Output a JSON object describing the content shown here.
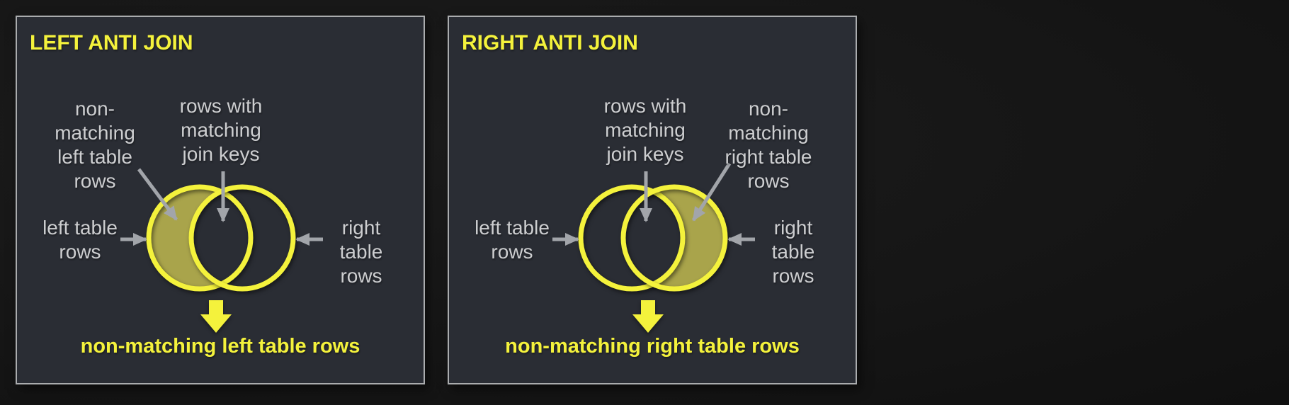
{
  "theme": {
    "page_bg": "#161616",
    "panel_bg": "#2a2d34",
    "panel_border": "#aaacae",
    "accent_yellow": "#f4f23c",
    "venn_fill": "#a9a44b",
    "label_gray": "#cdced0",
    "arrow_gray": "#a2a5aa"
  },
  "panels": [
    {
      "id": "left-anti-join",
      "title": "LEFT ANTI JOIN",
      "highlighted_region": "left circle only (non-overlapping part)",
      "labels": {
        "nonmatching": "non-\nmatching\nleft table\nrows",
        "matching": "rows with\nmatching\njoin keys",
        "left_table": "left table\nrows",
        "right_table": "right table\nrows"
      },
      "result": "non-matching left table rows"
    },
    {
      "id": "right-anti-join",
      "title": "RIGHT ANTI JOIN",
      "highlighted_region": "right circle only (non-overlapping part)",
      "labels": {
        "nonmatching": "non-\nmatching\nright table\nrows",
        "matching": "rows with\nmatching\njoin keys",
        "left_table": "left table\nrows",
        "right_table": "right table\nrows"
      },
      "result": "non-matching right table rows"
    }
  ]
}
